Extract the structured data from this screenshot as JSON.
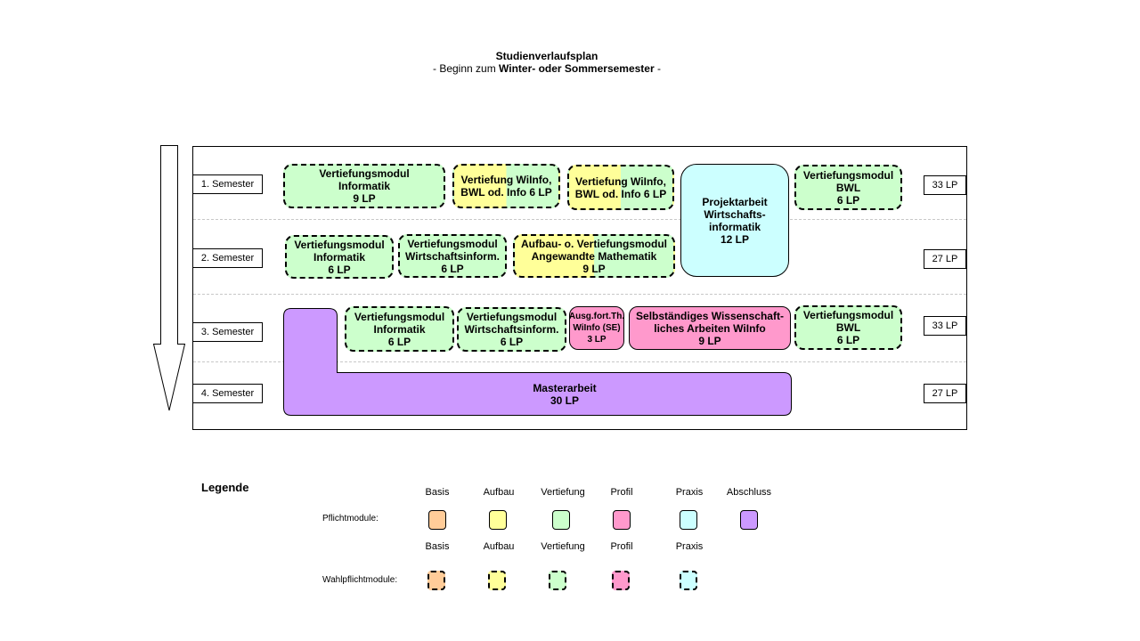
{
  "header": {
    "title": "Studienverlaufsplan",
    "subtitle_prefix": "- Beginn zum ",
    "subtitle_bold": "Winter- oder Sommersemester",
    "subtitle_suffix": " -"
  },
  "semesters": [
    {
      "label": "1. Semester",
      "lp": "33 LP"
    },
    {
      "label": "2. Semester",
      "lp": "27 LP"
    },
    {
      "label": "3. Semester",
      "lp": "33 LP"
    },
    {
      "label": "4. Semester",
      "lp": "27 LP"
    }
  ],
  "modules": {
    "s1_informatik": "Vertiefungsmodul\nInformatik\n9 LP",
    "s1_wiinfo_a": "Vertiefung WiInfo,\nBWL od. Info 6 LP",
    "s1_wiinfo_b": "Vertiefung WiInfo,\nBWL od. Info 6 LP",
    "projektarbeit": "Projektarbeit\nWirtschafts-\ninformatik\n12 LP",
    "s1_bwl": "Vertiefungsmodul\nBWL\n6 LP",
    "s2_informatik": "Vertiefungsmodul\nInformatik\n6 LP",
    "s2_wirtschaftsinform": "Vertiefungsmodul\nWirtschaftsinform.\n6 LP",
    "s2_mathematik": "Aufbau- o. Vertiefungsmodul\nAngewandte Mathematik\n9 LP",
    "s3_informatik": "Vertiefungsmodul\nInformatik\n6 LP",
    "s3_wirtschaftsinform": "Vertiefungsmodul\nWirtschaftsinform.\n6 LP",
    "s3_ausg": "Ausg.fort.Th.\nWiInfo (SE)\n3 LP",
    "s3_wissenschaft": "Selbständiges Wissenschaft-\nliches Arbeiten WiInfo\n9 LP",
    "s3_bwl": "Vertiefungsmodul\nBWL\n6 LP",
    "masterarbeit": "Masterarbeit\n30 LP"
  },
  "legend": {
    "title": "Legende",
    "pflicht_label": "Pflichtmodule:",
    "wahl_label": "Wahlpflichtmodule:",
    "pflicht": [
      {
        "name": "Basis",
        "color": "#ffcc99"
      },
      {
        "name": "Aufbau",
        "color": "#ffff99"
      },
      {
        "name": "Vertiefung",
        "color": "#ccffcc"
      },
      {
        "name": "Profil",
        "color": "#ff99cc"
      },
      {
        "name": "Praxis",
        "color": "#ccffff"
      },
      {
        "name": "Abschluss",
        "color": "#cc99ff"
      }
    ],
    "wahlpflicht": [
      {
        "name": "Basis",
        "color": "#ffcc99"
      },
      {
        "name": "Aufbau",
        "color": "#ffff99"
      },
      {
        "name": "Vertiefung",
        "color": "#ccffcc"
      },
      {
        "name": "Profil",
        "color": "#ff99cc"
      },
      {
        "name": "Praxis",
        "color": "#ccffff"
      }
    ]
  }
}
